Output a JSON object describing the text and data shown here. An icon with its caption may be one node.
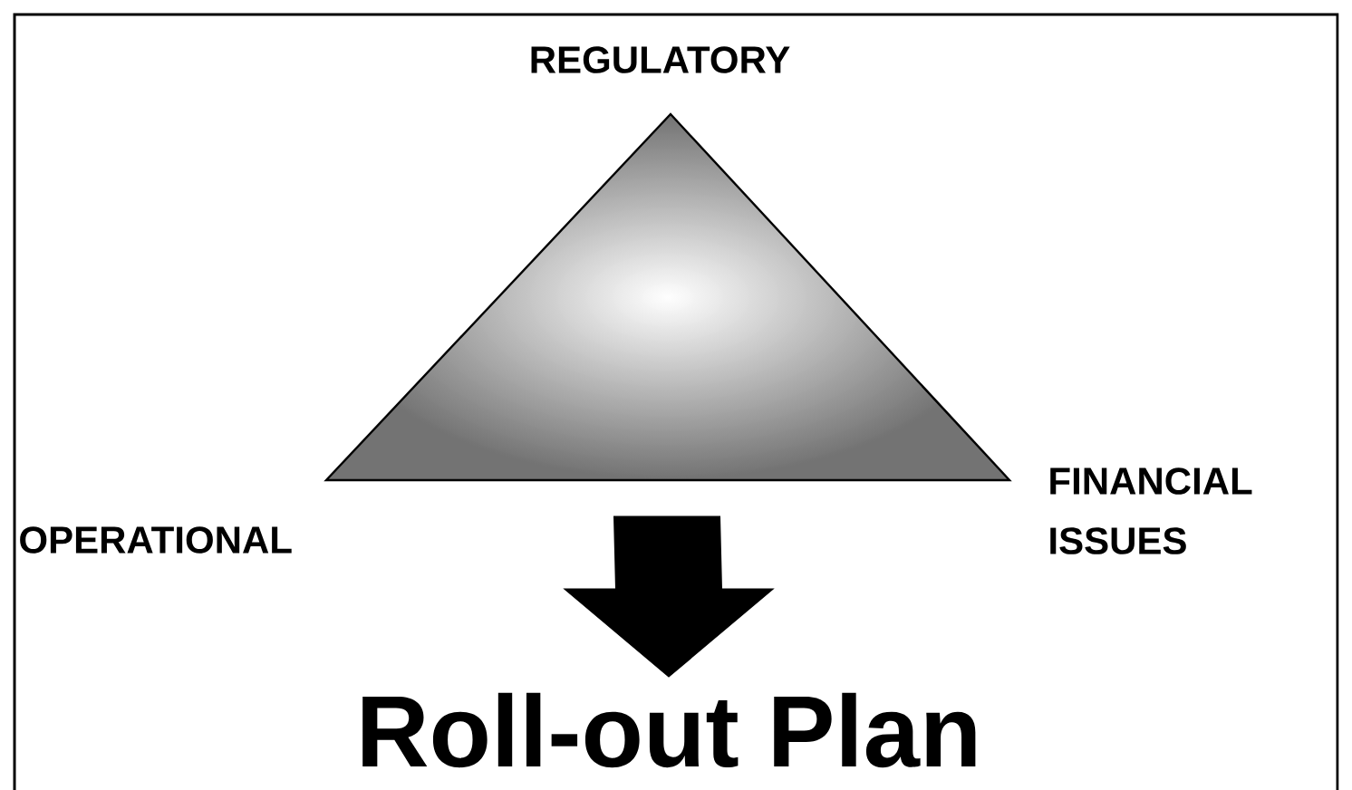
{
  "diagram": {
    "nodes": [
      {
        "text": [],
        "shape": "triangle"
      },
      {
        "text": [
          "Roll-out Plan"
        ]
      }
    ],
    "edges": [
      {
        "from": 0,
        "to": 1,
        "arrow": "to",
        "style": "thick"
      }
    ],
    "labels": [
      "REGULATORY",
      "OPERATIONAL",
      "FINANCIAL ISSUES"
    ]
  }
}
